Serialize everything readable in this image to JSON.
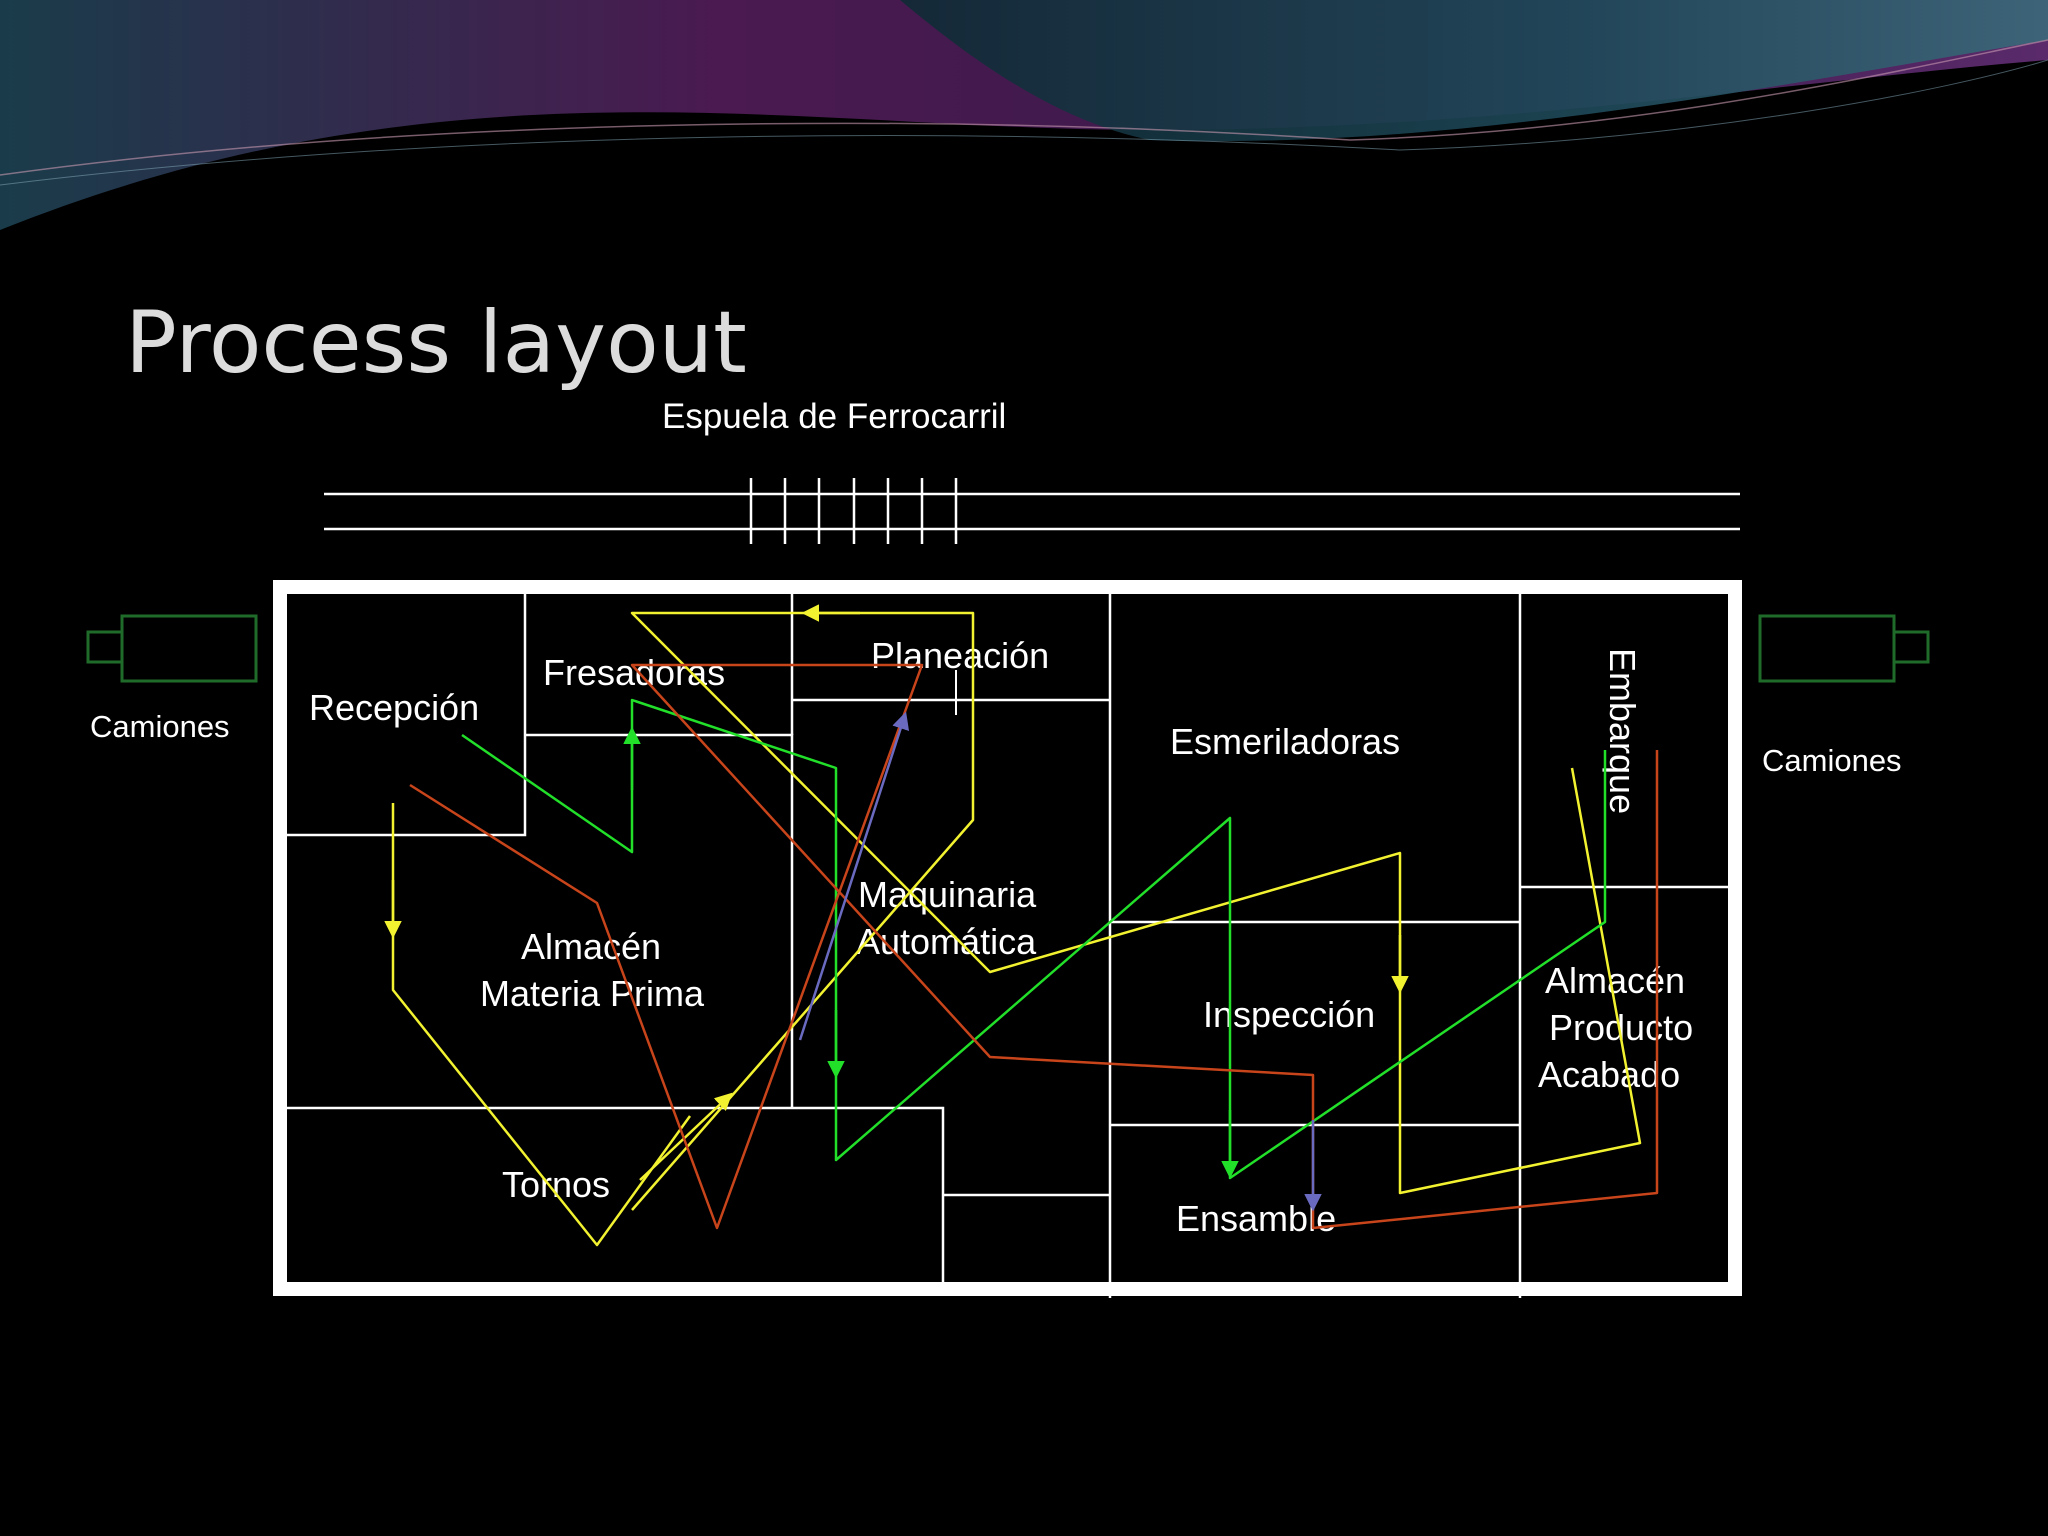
{
  "title": "Process layout",
  "rail_label": "Espuela de Ferrocarril",
  "trucks": {
    "left_label": "Camiones",
    "right_label": "Camiones"
  },
  "departments": {
    "recepcion": "Recepción",
    "fresadoras": "Fresadoras",
    "planeacion": "Planeación",
    "esmeriladoras": "Esmeriladoras",
    "embarque": "Embarque",
    "almacen_mp_line1": "Almacén",
    "almacen_mp_line2": "Materia Prima",
    "maquinaria_line1": "Maquinaria",
    "maquinaria_line2": "Automática",
    "inspeccion": "Inspección",
    "almacen_pa_line1": "Almacén",
    "almacen_pa_line2": "Producto",
    "almacen_pa_line3": "Acabado",
    "tornos": "Tornos",
    "ensamble": "Ensamble"
  },
  "colors": {
    "background": "#000000",
    "title": "#dcdcdc",
    "walls": "#ffffff",
    "truck": "#1f6b2a",
    "flow_yellow": "#f2f230",
    "flow_green": "#22e02a",
    "flow_red": "#c8441a",
    "flow_blue": "#6a6ac0"
  }
}
